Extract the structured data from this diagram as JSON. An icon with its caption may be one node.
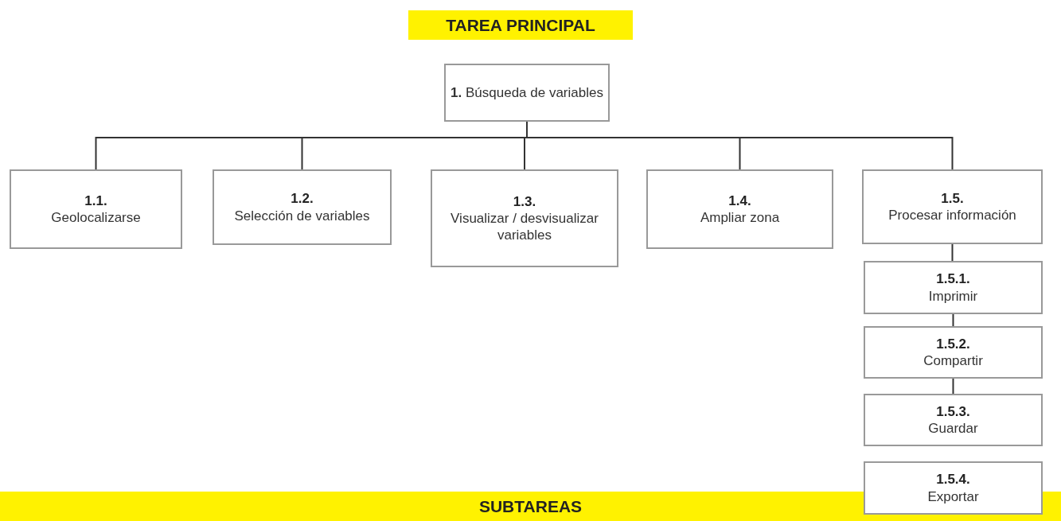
{
  "diagram": {
    "title": "TAREA PRINCIPAL",
    "caption": "SUBTAREAS",
    "nodes": [
      {
        "text": [
          "**1.** Búsqueda de variables"
        ]
      },
      {
        "text": [
          "1.1.",
          "Geolocalizarse"
        ]
      },
      {
        "text": [
          "1.2.",
          "Selección de variables"
        ]
      },
      {
        "text": [
          "1.3.",
          "Visualizar / desvisualizar variables"
        ]
      },
      {
        "text": [
          "1.4.",
          "Ampliar zona"
        ]
      },
      {
        "text": [
          "1.5.",
          "Procesar información"
        ]
      },
      {
        "text": [
          "1.5.1.",
          "Imprimir"
        ]
      },
      {
        "text": [
          "1.5.2.",
          "Compartir"
        ]
      },
      {
        "text": [
          "1.5.3.",
          "Guardar"
        ]
      },
      {
        "text": [
          "1.5.4.",
          "Exportar"
        ]
      }
    ],
    "edges": [
      {
        "from": 0,
        "to": 1,
        "arrow": "none"
      },
      {
        "from": 0,
        "to": 2,
        "arrow": "none"
      },
      {
        "from": 0,
        "to": 3,
        "arrow": "none"
      },
      {
        "from": 0,
        "to": 4,
        "arrow": "none"
      },
      {
        "from": 0,
        "to": 5,
        "arrow": "none"
      },
      {
        "from": 5,
        "to": 6,
        "arrow": "none"
      },
      {
        "from": 6,
        "to": 7,
        "arrow": "none"
      },
      {
        "from": 7,
        "to": 8,
        "arrow": "none"
      }
    ]
  }
}
